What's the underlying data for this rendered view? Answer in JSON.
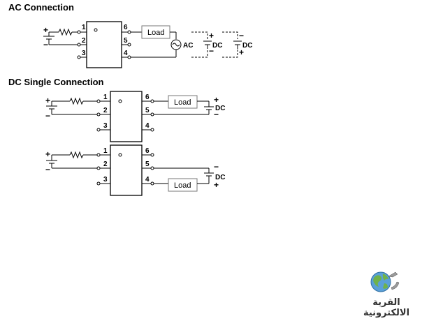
{
  "sections": {
    "ac": {
      "title": "AC Connection"
    },
    "dc": {
      "title": "DC Single Connection"
    }
  },
  "pins": [
    "1",
    "2",
    "3",
    "4",
    "5",
    "6"
  ],
  "load_label": "Load",
  "source_labels": {
    "ac": "AC",
    "dc": "DC"
  },
  "polarity": {
    "plus": "+",
    "minus": "−"
  },
  "watermark": {
    "text": "القرية الالكترونية"
  }
}
